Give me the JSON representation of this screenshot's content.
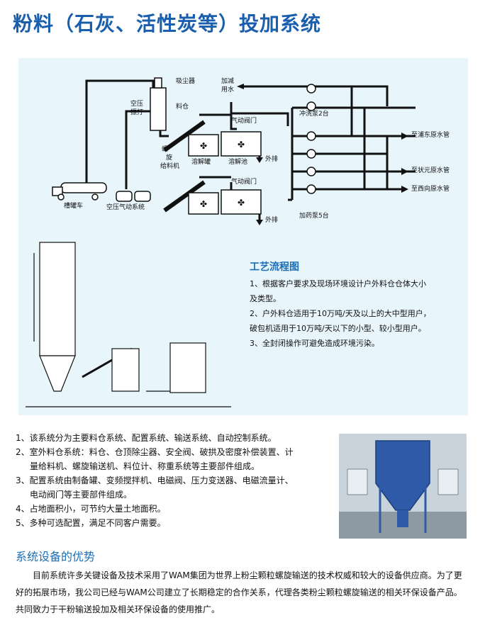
{
  "page": {
    "title": "粉料（石灰、活性炭等）投加系统",
    "title_color": "#1a5fae",
    "panel_color": "#e8f5fb"
  },
  "diagram": {
    "labels": {
      "dust_collector": "吸尘器",
      "air_hammer_1": "空压",
      "air_hammer_2": "振打",
      "silo": "料仓",
      "pneumatic_valve_1": "气动阀门",
      "pneumatic_valve_2": "气动阀门",
      "screw_1": "螺",
      "screw_2": "旋",
      "screw_3": "给料机",
      "dissolve_tank": "溶解罐",
      "dissolve_pool": "溶解池",
      "drain_1": "外排",
      "drain_2": "外排",
      "tanker": "槽罐车",
      "air_system": "空压气动系统",
      "water_1": "加减",
      "water_2": "用水",
      "flush_pump": "冲洗泵2台",
      "dosing_pump": "加药泵5台",
      "to_pudong": "至浦东原水管",
      "to_linjiang": "至状元原水管",
      "to_xixiang": "至西向原水管"
    }
  },
  "process": {
    "title": "工艺流程图",
    "lines": [
      "1、根据客户要求及现场环境设计户外料仓仓体大小",
      "及类型。",
      "2、户外料仓适用于10万吨/天及以上的大中型用户，",
      "破包机适用于10万吨/天以下的小型、较小型用户。",
      "3、全封闭操作可避免造成环境污染。"
    ]
  },
  "features": {
    "lines": [
      {
        "text": "1、该系统分为主要料仓系统、配置系统、输送系统、自动控制系统。",
        "indent": false
      },
      {
        "text": "2、室外料仓系统：料仓、仓顶除尘器、安全阀、破拱及密度补偿装置、计",
        "indent": false
      },
      {
        "text": "量给料机、螺旋输送机、料位计、称重系统等主要部件组成。",
        "indent": true
      },
      {
        "text": "3、配置系统由制备罐、变频搅拌机、电磁阀、压力变送器、电磁流量计、",
        "indent": false
      },
      {
        "text": "电动阀门等主要部件组成。",
        "indent": true
      },
      {
        "text": "4、占地面积小，可节约大量土地面积。",
        "indent": false
      },
      {
        "text": "5、多种可选配置，满足不同客户需要。",
        "indent": false
      }
    ]
  },
  "advantages": {
    "title": "系统设备的优势",
    "text": "目前系统许多关键设备及技术采用了WAM集团为世界上粉尘颗粒螺旋输送的技术权威和较大的设备供应商。为了更好的拓展市场，我公司已经与WAM公司建立了长期稳定的合作关系，代理各类粉尘颗粒螺旋输送的相关环保设备产品。共同致力于干粉输送投加及相关环保设备的使用推广。"
  }
}
